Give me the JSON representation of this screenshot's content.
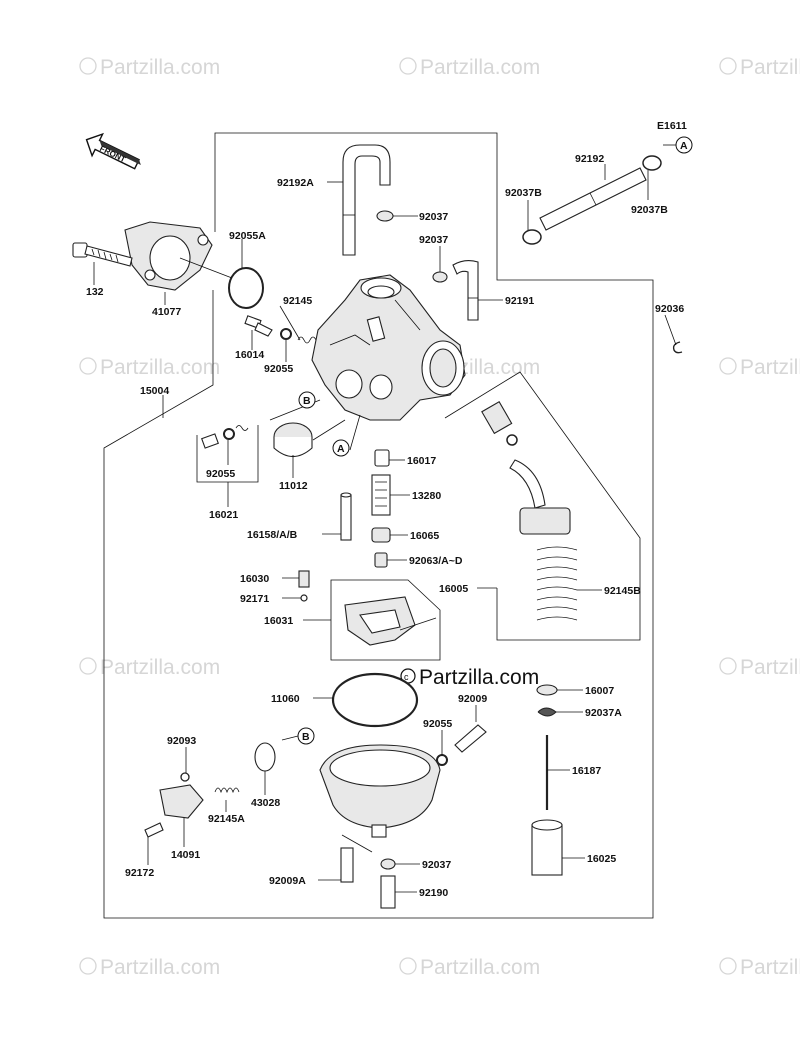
{
  "diagram": {
    "code": "E1611",
    "front_label": "FRONT",
    "center_watermark": "Partzilla.com",
    "watermark_text": "Partzilla.com",
    "labels": {
      "p92192A": "92192A",
      "p92037_top": "92037",
      "p92037_mid": "92037",
      "p92055A": "92055A",
      "p92191": "92191",
      "p92145": "92145",
      "p132": "132",
      "p41077": "41077",
      "p16014": "16014",
      "p92055_a": "92055",
      "p15004": "15004",
      "p92192": "92192",
      "p92037B_l": "92037B",
      "p92037B_r": "92037B",
      "p92036": "92036",
      "p92055_b": "92055",
      "p16021": "16021",
      "p11012": "11012",
      "p16017": "16017",
      "p13280": "13280",
      "p16158": "16158/A/B",
      "p16065": "16065",
      "p92063": "92063/A~D",
      "p16030": "16030",
      "p92171": "92171",
      "p16031": "16031",
      "p16005": "16005",
      "p92145B": "92145B",
      "p11060": "11060",
      "p92009": "92009",
      "p92055_c": "92055",
      "p16007": "16007",
      "p92037A": "92037A",
      "p92093": "92093",
      "p43028": "43028",
      "p92145A": "92145A",
      "p16187": "16187",
      "p14091": "14091",
      "p92172": "92172",
      "p92009A": "92009A",
      "p92037_bot": "92037",
      "p92190": "92190",
      "p16025": "16025"
    },
    "refs": {
      "a_top": "A",
      "a_mid": "A",
      "b_mid": "B",
      "b_low": "B"
    }
  }
}
